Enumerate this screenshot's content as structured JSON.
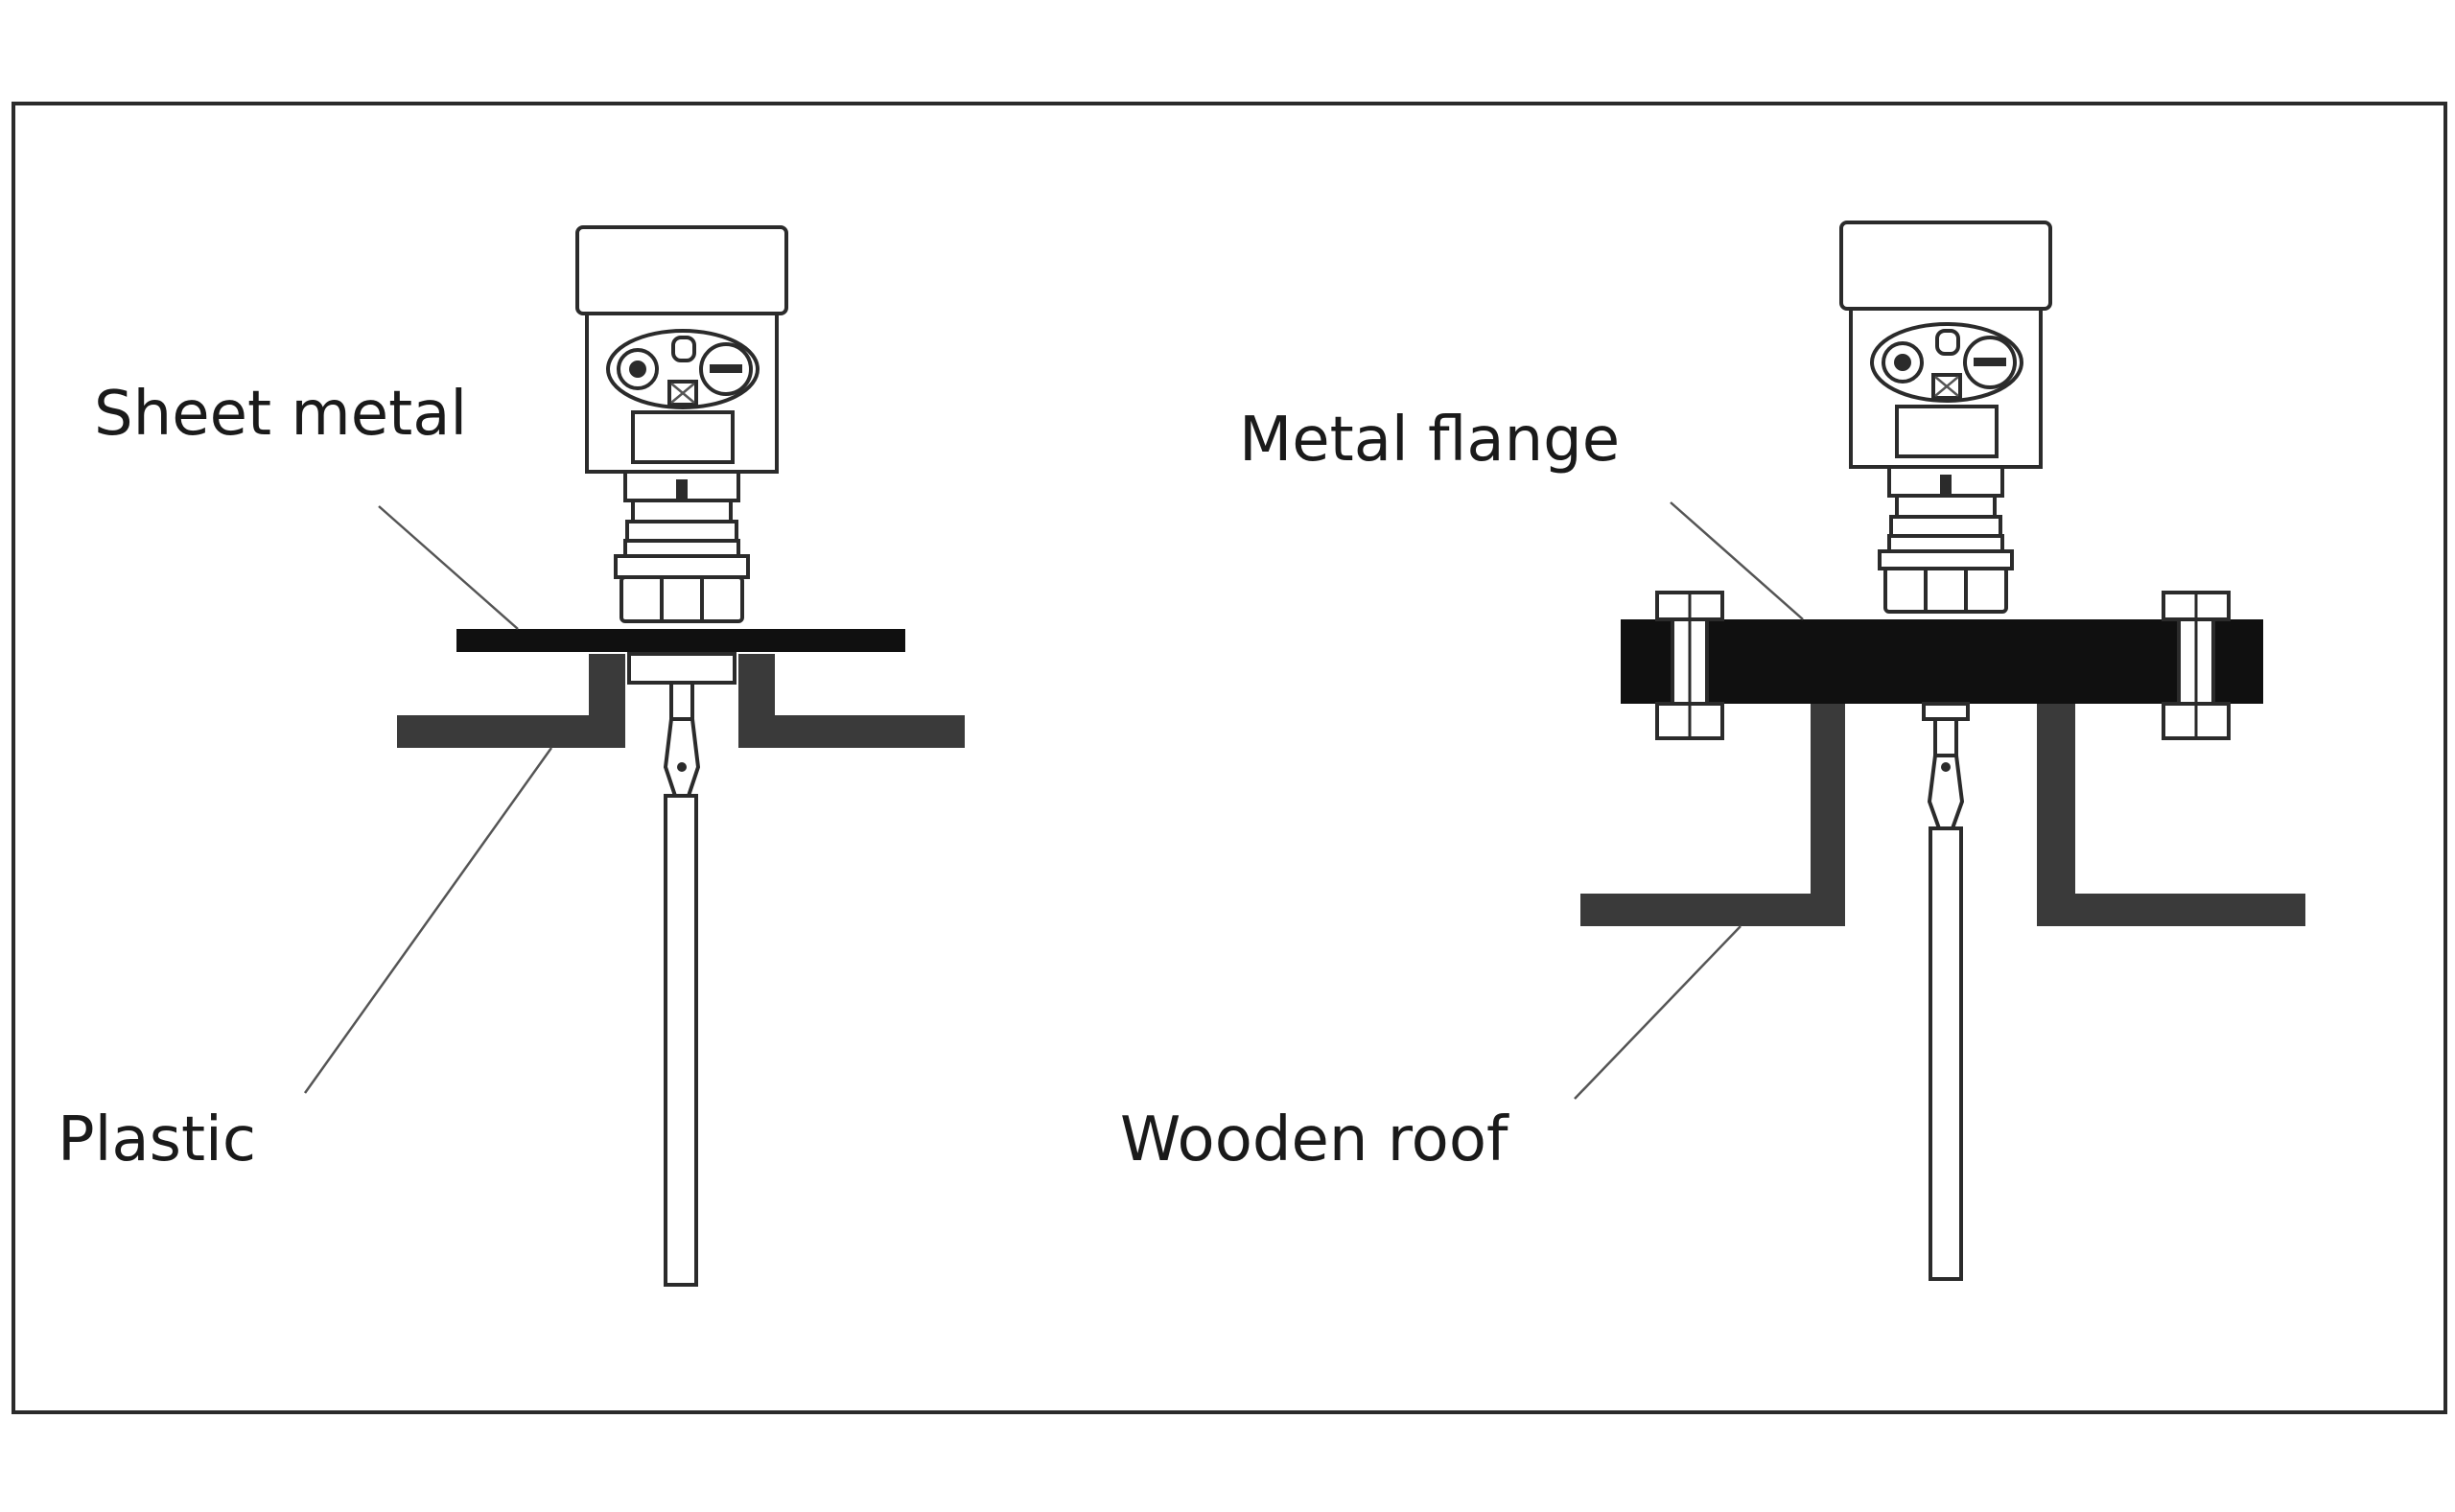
{
  "labels": {
    "sheet_metal": "Sheet metal",
    "plastic": "Plastic",
    "metal_flange": "Metal flange",
    "wooden_roof": "Wooden roof"
  },
  "colors": {
    "background": "#ffffff",
    "border": "#2b2b2b",
    "dark_fill": "#101010",
    "roof_fill": "#3a3a3a",
    "leader_line": "#555555"
  },
  "icons": [
    "radar-level-transmitter-icon",
    "bolt-icon"
  ]
}
